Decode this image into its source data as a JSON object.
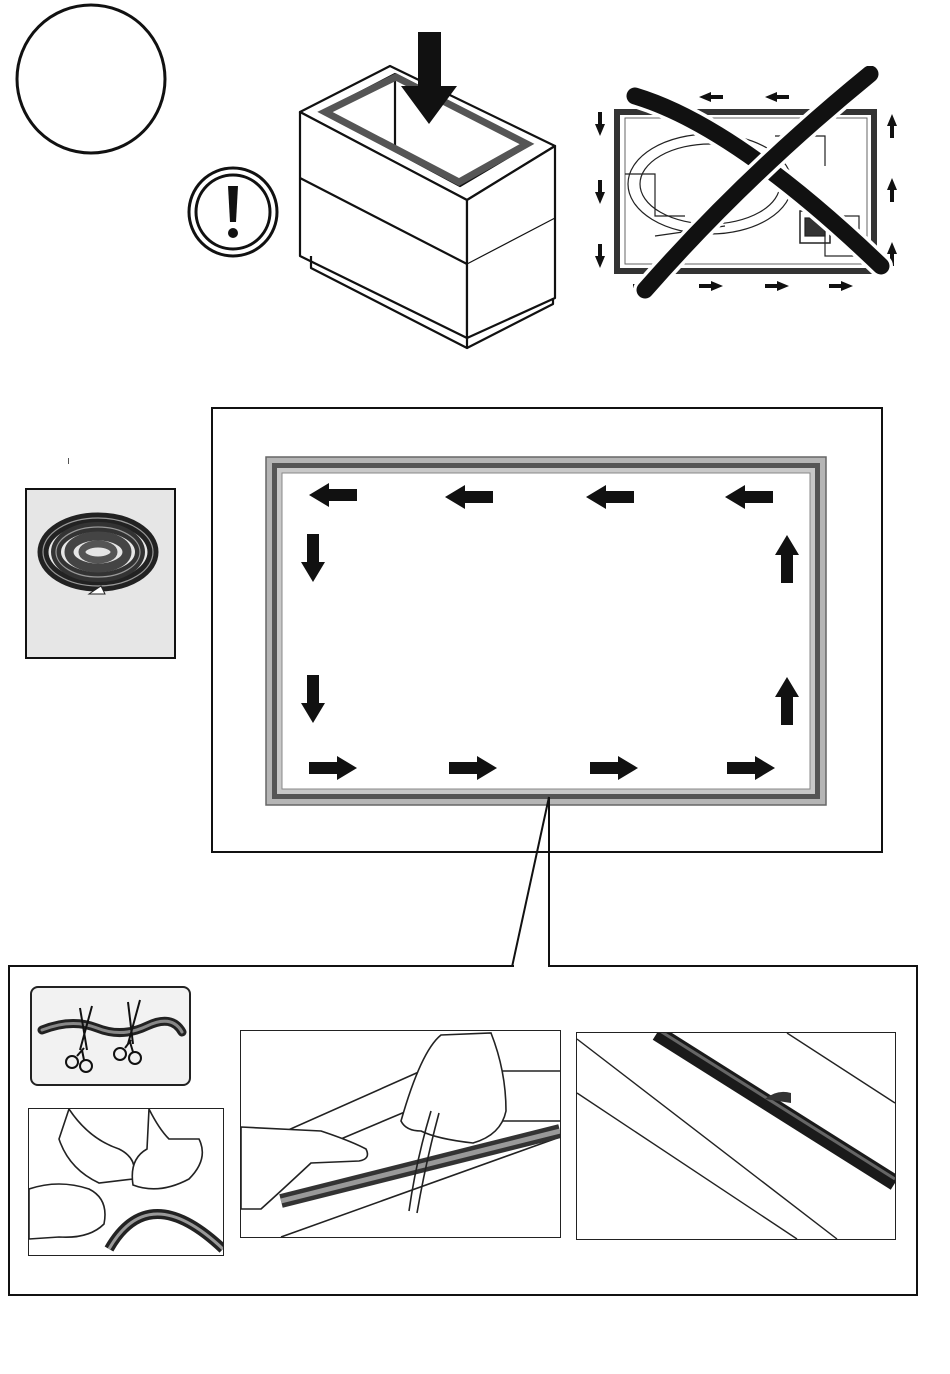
{
  "page": {
    "step_number": ""
  },
  "icons": {
    "step_circle": "step-circle-icon",
    "warning": "exclamation-warning-icon",
    "cabinet": "cabinet-with-seal-icon",
    "wrong_method": "crossed-out-wrong-method-icon",
    "seal_roll": "seal-tape-roll-icon",
    "scissors": "scissors-cut-icon",
    "detail_strip": "seal-strip-detail-icon",
    "peel_hand": "hand-peeling-backing-icon",
    "press_hand": "hand-pressing-seal-icon",
    "seal_installed": "seal-installed-on-edge-icon"
  },
  "colors": {
    "ink": "#1a1a1a",
    "seal_dark": "#3c3c3c",
    "seal_mid": "#8a8a8a",
    "seal_light": "#b5b5b5",
    "panel_bg": "#e6e6e6"
  },
  "arrows": {
    "top_row": 4,
    "bottom_row": 4,
    "left_col": 2,
    "right_col": 2
  }
}
